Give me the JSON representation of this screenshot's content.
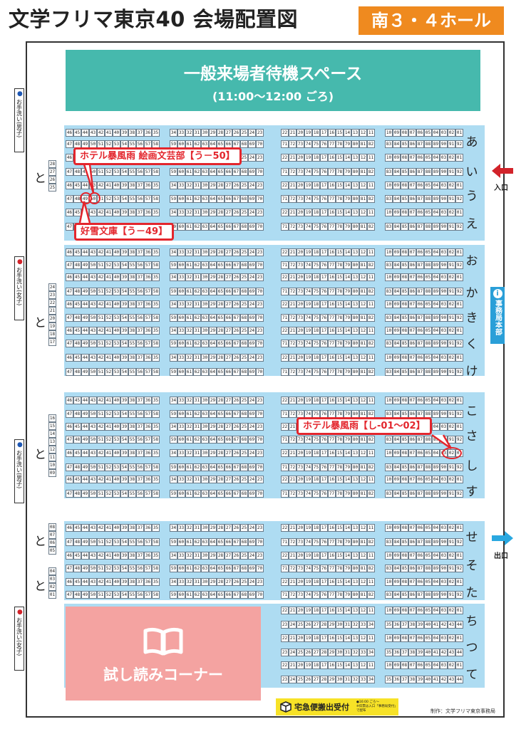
{
  "header": {
    "title": "文学フリマ東京40 会場配置図",
    "hall": "南３・４ホール"
  },
  "waiting_area": {
    "title": "一般来場者待機スペース",
    "time": "(11:00～12:00 ごろ)"
  },
  "trial_corner": {
    "label": "試し読みコーナー"
  },
  "entrance": "入口",
  "exit": "出口",
  "office": "事務局本部",
  "restrooms": [
    {
      "label": "お手洗い(男子)",
      "icon_color": "#1e57b4"
    },
    {
      "label": "お手洗い(女子)",
      "icon_color": "#d2232a"
    },
    {
      "label": "お手洗い(男子)",
      "icon_color": "#1e57b4"
    },
    {
      "label": "お手洗い(女子)",
      "icon_color": "#d2232a"
    }
  ],
  "courier": {
    "title": "宅急便搬出受付",
    "note1": "●16:00 ごろ～",
    "note2": "※伝票は入口「事務局受付」で配布"
  },
  "credit": "制作：文学フリマ東京事務局",
  "callouts": [
    {
      "text": "ホテル暴風雨 絵画文芸部【う－50】"
    },
    {
      "text": "好雪文庫【う－49】"
    },
    {
      "text": "ホテル暴風雨【し-01～02】"
    }
  ],
  "to_groups": [
    {
      "label": "と",
      "numbers": [
        "28",
        "27",
        "26",
        "25"
      ]
    },
    {
      "label": "と",
      "numbers": [
        "24",
        "23",
        "22",
        "21",
        "20",
        "19",
        "18",
        "17"
      ]
    },
    {
      "label": "と",
      "numbers": [
        "16",
        "15",
        "14",
        "13",
        "12",
        "11",
        "10",
        "09"
      ]
    },
    {
      "label": "と",
      "numbers": [
        "08",
        "07",
        "06",
        "05"
      ]
    },
    {
      "label": "と",
      "numbers": [
        "04",
        "03",
        "02",
        "01"
      ]
    }
  ],
  "block_labels": {
    "top_g1": [
      "46",
      "45",
      "44",
      "43",
      "42",
      "41",
      "40",
      "39",
      "38",
      "37",
      "36",
      "35"
    ],
    "bot_g1": [
      "47",
      "48",
      "49",
      "50",
      "51",
      "52",
      "53",
      "54",
      "55",
      "56",
      "57",
      "58"
    ],
    "top_g2": [
      "34",
      "33",
      "32",
      "31",
      "30",
      "29",
      "28",
      "27",
      "26",
      "25",
      "24",
      "23"
    ],
    "bot_g2": [
      "59",
      "60",
      "61",
      "62",
      "63",
      "64",
      "65",
      "66",
      "67",
      "68",
      "69",
      "70"
    ],
    "top_g3": [
      "22",
      "21",
      "20",
      "19",
      "18",
      "17",
      "16",
      "15",
      "14",
      "13",
      "12",
      "11"
    ],
    "bot_g3": [
      "71",
      "72",
      "73",
      "74",
      "75",
      "76",
      "77",
      "78",
      "79",
      "80",
      "81",
      "82"
    ],
    "top_g4": [
      "10",
      "09",
      "08",
      "07",
      "06",
      "05",
      "04",
      "03",
      "02",
      "01"
    ],
    "bot_g4": [
      "83",
      "84",
      "85",
      "86",
      "87",
      "88",
      "89",
      "90",
      "91",
      "92"
    ],
    "tc_top_g3": [
      "22",
      "21",
      "20",
      "19",
      "18",
      "17",
      "16",
      "15",
      "14",
      "13",
      "12",
      "11"
    ],
    "tc_bot_g3": [
      "23",
      "24",
      "25",
      "26",
      "27",
      "28",
      "29",
      "30",
      "31",
      "32",
      "33",
      "34"
    ],
    "tc_top_g4": [
      "10",
      "09",
      "08",
      "07",
      "06",
      "05",
      "04",
      "03",
      "02",
      "01"
    ],
    "tc_bot_g4": [
      "35",
      "36",
      "37",
      "38",
      "39",
      "40",
      "41",
      "42",
      "43",
      "44"
    ]
  },
  "rows": [
    {
      "label": "あ"
    },
    {
      "label": "い"
    },
    {
      "label": "う"
    },
    {
      "label": "え"
    },
    {
      "label": "お"
    },
    {
      "label": "か"
    },
    {
      "label": "き"
    },
    {
      "label": "く"
    },
    {
      "label": "け"
    },
    {
      "label": "こ"
    },
    {
      "label": "さ"
    },
    {
      "label": "し"
    },
    {
      "label": "す"
    },
    {
      "label": "せ"
    },
    {
      "label": "そ"
    },
    {
      "label": "た"
    },
    {
      "label": "ち"
    },
    {
      "label": "つ"
    },
    {
      "label": "て"
    }
  ]
}
